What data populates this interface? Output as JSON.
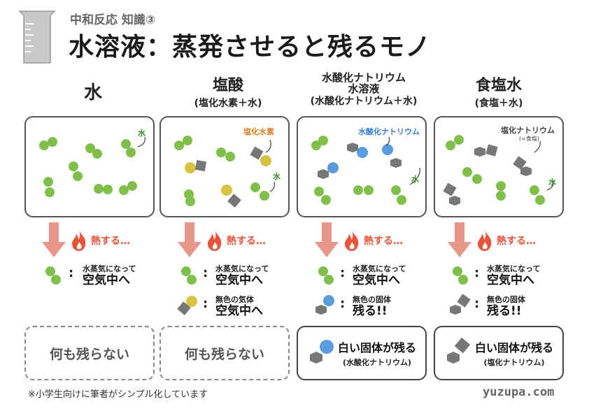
{
  "header": {
    "subtitle": "中和反応 知識③",
    "title": "水溶液：蒸発させると残るモノ"
  },
  "colors": {
    "water": "#7fbf4a",
    "hcl": "#d8c340",
    "naoh": "#5b9be0",
    "salt": "#777777",
    "arrow": "#e8958a",
    "flame": "#e8533a"
  },
  "columns": [
    {
      "title": "水",
      "subtitle": "",
      "panel_tags": [
        {
          "text": "水",
          "color": "#3a8a2a"
        }
      ],
      "heat_label": "熱する…",
      "outcomes": [
        {
          "small": "水蒸気になって",
          "big": "空気中へ"
        }
      ],
      "result": {
        "type": "nothing",
        "main": "何も残らない",
        "sub": ""
      }
    },
    {
      "title": "塩酸",
      "subtitle": "(塩化水素＋水)",
      "panel_tags": [
        {
          "text": "塩化水素",
          "color": "#d9822b"
        },
        {
          "text": "水",
          "color": "#3a8a2a"
        }
      ],
      "heat_label": "熱する…",
      "outcomes": [
        {
          "small": "水蒸気になって",
          "big": "空気中へ"
        },
        {
          "small": "無色の気体",
          "big": "空気中へ"
        }
      ],
      "result": {
        "type": "nothing",
        "main": "何も残らない",
        "sub": ""
      }
    },
    {
      "title": "水酸化ナトリウム",
      "title2": "水溶液",
      "subtitle": "(水酸化ナトリウム＋水)",
      "panel_tags": [
        {
          "text": "水酸化ナトリウム",
          "color": "#3b7ed0"
        },
        {
          "text": "水",
          "color": "#3a8a2a"
        }
      ],
      "heat_label": "熱する…",
      "outcomes": [
        {
          "small": "水蒸気になって",
          "big": "空気中へ"
        },
        {
          "small": "無色の固体",
          "big": "残る!!"
        }
      ],
      "result": {
        "type": "solid",
        "main": "白い固体が残る",
        "sub": "(水酸化ナトリウム)"
      }
    },
    {
      "title": "食塩水",
      "subtitle": "(食塩＋水)",
      "panel_tags": [
        {
          "text": "塩化ナトリウム",
          "color": "#444444"
        },
        {
          "text": "(=食塩)",
          "color": "#444444"
        },
        {
          "text": "水",
          "color": "#3a8a2a"
        }
      ],
      "heat_label": "熱する…",
      "outcomes": [
        {
          "small": "水蒸気になって",
          "big": "空気中へ"
        },
        {
          "small": "無色の固体",
          "big": "残る!!"
        }
      ],
      "result": {
        "type": "solid",
        "main": "白い固体が残る",
        "sub": "(塩化ナトリウム)"
      }
    }
  ],
  "footer": {
    "note": "※小学生向けに筆者がシンプル化しています",
    "site": "yuzupa.com"
  }
}
